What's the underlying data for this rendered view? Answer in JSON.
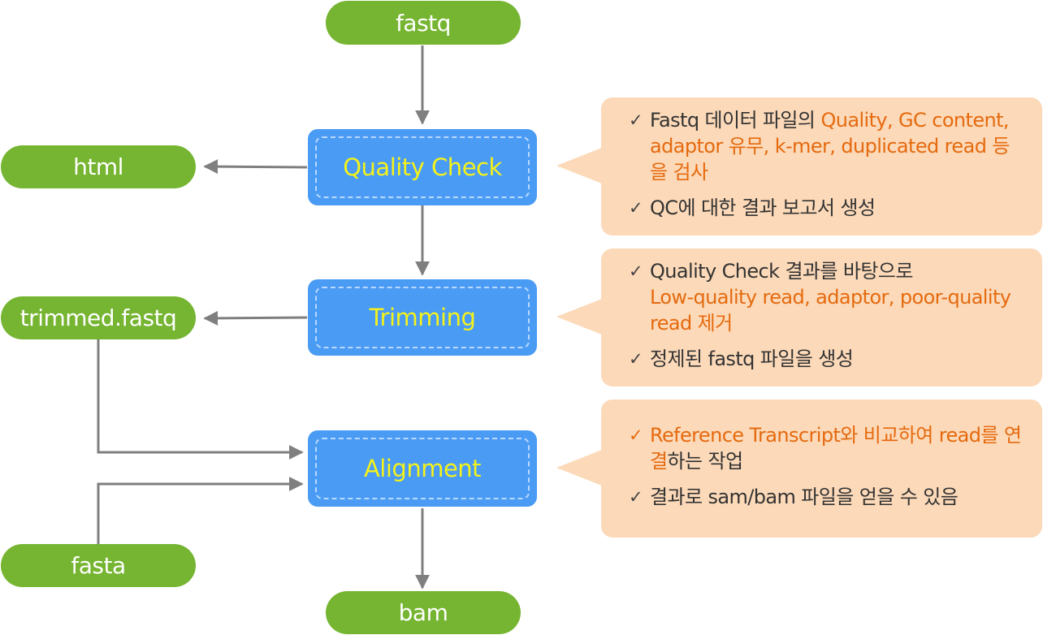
{
  "nodes": {
    "input": "fastq",
    "qc_output": "html",
    "trim_output": "trimmed.fastq",
    "reference": "fasta",
    "final_output": "bam"
  },
  "steps": {
    "quality_check": "Quality Check",
    "trimming": "Trimming",
    "alignment": "Alignment"
  },
  "callouts": {
    "quality_check": {
      "item1_prefix": "Fastq 데이터 파일의 ",
      "item1_highlight": "Quality, GC content, adaptor 유무, k-mer, duplicated read 등을 검사",
      "item2": "QC에 대한 결과 보고서 생성"
    },
    "trimming": {
      "item1_prefix": "Quality Check 결과를 바탕으로",
      "item1_highlight": "Low-quality read, adaptor, poor-quality read 제거",
      "item2": "정제된 fastq 파일을 생성"
    },
    "alignment": {
      "item1_highlight_a": "Reference Transcript와 비교하여 read를 연결",
      "item1_suffix": "하는 작업",
      "item2": "결과로 sam/bam 파일을 얻을 수 있음"
    }
  },
  "colors": {
    "node_green": "#76b531",
    "step_blue": "#4a9bf4",
    "step_text_yellow": "#f4f21a",
    "callout_peach": "#fcd9b8",
    "highlight_orange": "#e56a0f",
    "arrow_gray": "#7f7f7f"
  },
  "icons": {
    "bullet": "checkmark-icon"
  }
}
